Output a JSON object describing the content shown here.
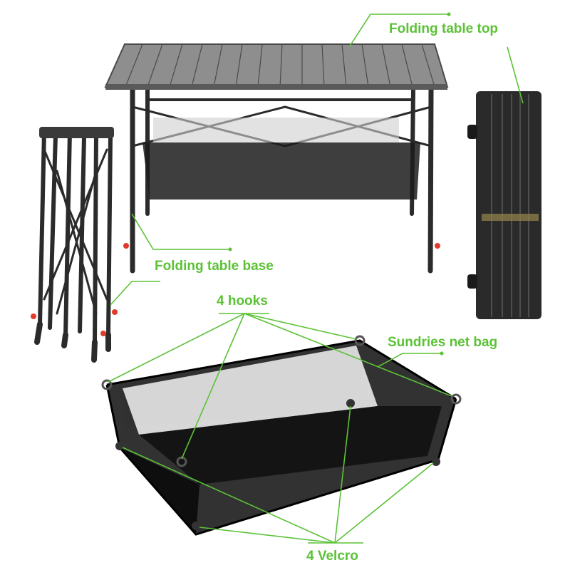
{
  "labels": {
    "table_top": "Folding table top",
    "table_base": "Folding table base",
    "hooks": "4 hooks",
    "net_bag": "Sundries net bag",
    "velcro": "4 Velcro"
  },
  "colors": {
    "callout": "#5bc236",
    "frame": "#2b2b2b",
    "tabletop": "#8e8e8e",
    "slat_line": "#4a4a4a",
    "mesh": "#1c1c1c",
    "mesh_light": "#e9e9e9",
    "accent_red": "#e23a2a"
  },
  "product_parts": [
    "folded-leg-frame",
    "table-assembled",
    "rolled-tabletop",
    "net-bag"
  ]
}
